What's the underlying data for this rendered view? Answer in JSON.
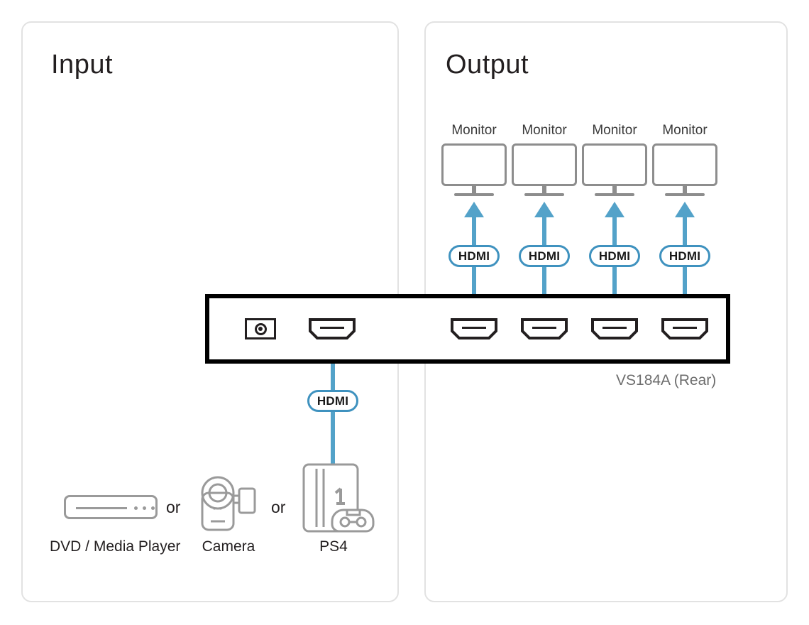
{
  "diagram": {
    "title_input": "Input",
    "title_output": "Output",
    "device_label": "VS184A (Rear)",
    "hdmi_label": "HDMI",
    "or_label": "or",
    "accent_blue": "#53a2c9",
    "pill_border": "#3f92bf",
    "device_border": "#000000",
    "panel_border": "#e2e2e2",
    "icon_gray": "#8d8d8d"
  },
  "output": {
    "monitors": [
      {
        "label": "Monitor",
        "hdmi": "HDMI"
      },
      {
        "label": "Monitor",
        "hdmi": "HDMI"
      },
      {
        "label": "Monitor",
        "hdmi": "HDMI"
      },
      {
        "label": "Monitor",
        "hdmi": "HDMI"
      }
    ]
  },
  "input": {
    "hdmi": "HDMI",
    "sources": [
      {
        "label": "DVD / Media Player",
        "icon": "dvd-player-icon"
      },
      {
        "label": "Camera",
        "icon": "camcorder-icon"
      },
      {
        "label": "PS4",
        "icon": "game-console-icon"
      }
    ],
    "separators": [
      "or",
      "or"
    ]
  },
  "device": {
    "name": "VS184A (Rear)",
    "ports": [
      {
        "type": "power-jack",
        "name": "dc-power-port"
      },
      {
        "type": "hdmi",
        "name": "hdmi-input-port"
      },
      {
        "type": "hdmi",
        "name": "hdmi-output-port-1"
      },
      {
        "type": "hdmi",
        "name": "hdmi-output-port-2"
      },
      {
        "type": "hdmi",
        "name": "hdmi-output-port-3"
      },
      {
        "type": "hdmi",
        "name": "hdmi-output-port-4"
      }
    ]
  }
}
